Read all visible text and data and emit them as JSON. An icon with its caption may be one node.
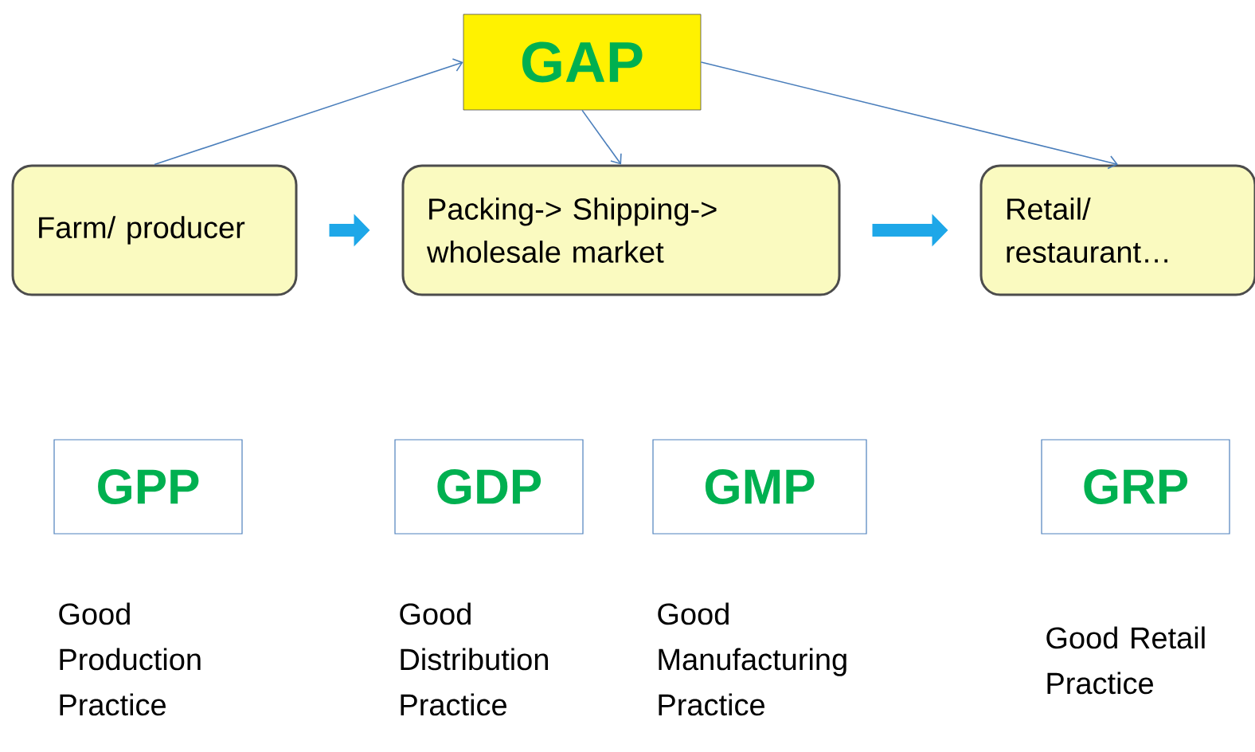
{
  "diagram": {
    "nodes": [
      {
        "text": [
          "GAP"
        ]
      },
      {
        "text": [
          "Farm/ producer"
        ]
      },
      {
        "text": [
          "Packing-> Shipping-> wholesale market"
        ]
      },
      {
        "text": [
          "Retail/ restaurant…"
        ]
      },
      {
        "text": [
          "GPP"
        ],
        "beside": [
          "Good Production Practice"
        ]
      },
      {
        "text": [
          "GDP"
        ],
        "beside": [
          "Good Distribution Practice"
        ]
      },
      {
        "text": [
          "GMP"
        ],
        "beside": [
          "Good Manufacturing Practice"
        ]
      },
      {
        "text": [
          "GRP"
        ],
        "beside": [
          "Good Retail Practice"
        ]
      }
    ],
    "edges": [
      {
        "from": 1,
        "to": 0,
        "arrow": "to"
      },
      {
        "from": 0,
        "to": 2,
        "arrow": "to"
      },
      {
        "from": 0,
        "to": 3,
        "arrow": "to"
      },
      {
        "from": 1,
        "to": 2,
        "arrow": "to",
        "style": "thick",
        "color": "#1ea7e8"
      },
      {
        "from": 2,
        "to": 3,
        "arrow": "to",
        "style": "thick",
        "color": "#1ea7e8"
      }
    ]
  }
}
